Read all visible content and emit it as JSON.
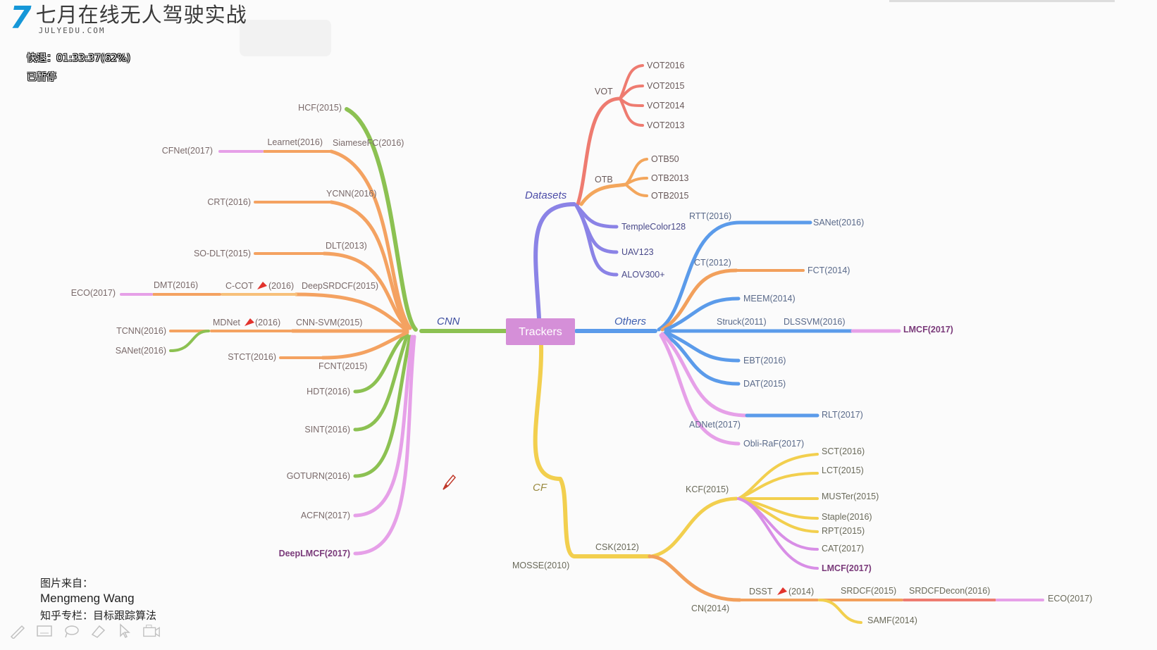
{
  "brand": {
    "logo": "7",
    "name": "七月在线无人驾驶实战",
    "domain": "JULYEDU.COM"
  },
  "player": {
    "rewind": "快退：01:33:37(62%)",
    "paused": "已暂停"
  },
  "credit": {
    "line1": "图片来自：",
    "line2": "Mengmeng Wang",
    "line3": "知乎专栏：目标跟踪算法"
  },
  "toolbar": [
    "pencil-icon",
    "keyboard-icon",
    "lasso-icon",
    "eraser-icon",
    "pointer-icon",
    "camera-icon"
  ],
  "colors": {
    "cnn": "#8cc152",
    "cnn_orange": "#f4a261",
    "cnn_violet": "#e6a0e8",
    "datasets": "#8b83e6",
    "vot": "#ee7b70",
    "otb": "#f3a65c",
    "others_blue": "#5b9bea",
    "others_orange": "#f2a05c",
    "cf": "#f2cf4e",
    "cf_orange": "#f2a05c",
    "kcf_violet": "#d88ee6",
    "root": "#d58fd8"
  },
  "mindmap": {
    "root": "Trackers",
    "cnn": {
      "label": "CNN",
      "items": [
        "HCF(2015)",
        "Learnet(2016)",
        "SiameseFC(2016)",
        "CFNet(2017)",
        "YCNN(2016)",
        "CRT(2016)",
        "DLT(2013)",
        "SO-DLT(2015)",
        "DMT(2016)",
        "C-COT",
        "(2016)",
        "DeepSRDCF(2015)",
        "ECO(2017)",
        "TCNN(2016)",
        "MDNet",
        "(2016)",
        "CNN-SVM(2015)",
        "SANet(2016)",
        "STCT(2016)",
        "FCNT(2015)",
        "HDT(2016)",
        "SINT(2016)",
        "GOTURN(2016)",
        "ACFN(2017)",
        "DeepLMCF(2017)"
      ]
    },
    "datasets": {
      "label": "Datasets",
      "vot": "VOT",
      "vot_items": [
        "VOT2016",
        "VOT2015",
        "VOT2014",
        "VOT2013"
      ],
      "otb": "OTB",
      "otb_items": [
        "OTB50",
        "OTB2013",
        "OTB2015"
      ],
      "items": [
        "TempleColor128",
        "UAV123",
        "ALOV300+"
      ]
    },
    "others": {
      "label": "Others",
      "items": [
        "RTT(2016)",
        "SANet(2016)",
        "CT(2012)",
        "FCT(2014)",
        "MEEM(2014)",
        "Struck(2011)",
        "DLSSVM(2016)",
        "LMCF(2017)",
        "EBT(2016)",
        "DAT(2015)",
        "RLT(2017)",
        "ADNet(2017)",
        "Obli-RaF(2017)"
      ]
    },
    "cf": {
      "label": "CF",
      "items": [
        "MOSSE(2010)",
        "CSK(2012)",
        "KCF(2015)",
        "SCT(2016)",
        "LCT(2015)",
        "MUSTer(2015)",
        "Staple(2016)",
        "RPT(2015)",
        "CAT(2017)",
        "LMCF(2017)",
        "CN(2014)",
        "DSST",
        "(2014)",
        "SRDCF(2015)",
        "SRDCFDecon(2016)",
        "ECO(2017)",
        "SAMF(2014)"
      ]
    }
  }
}
